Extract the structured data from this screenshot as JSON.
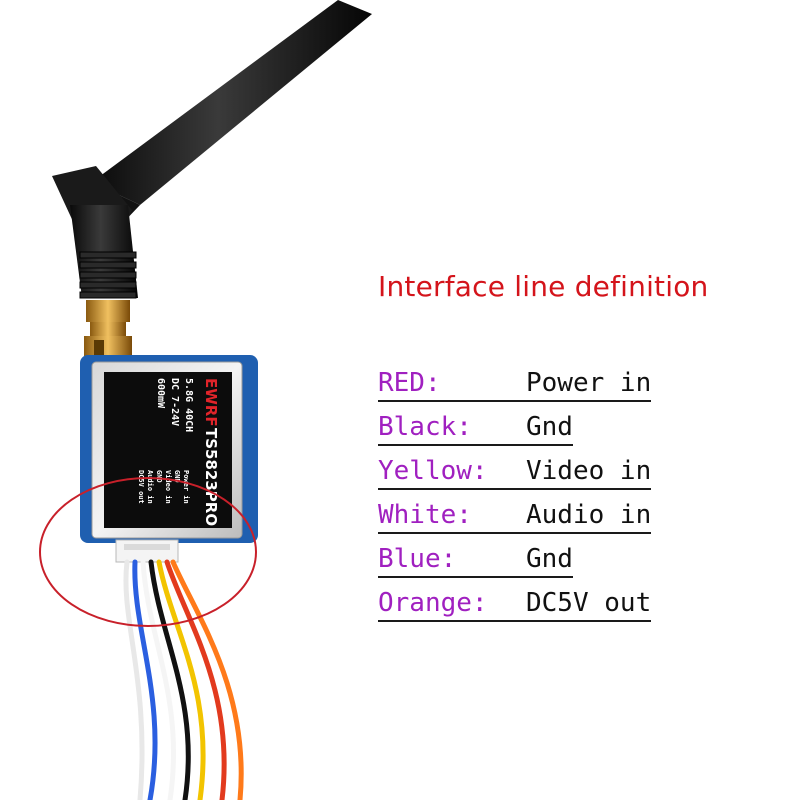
{
  "title": "Interface line definition",
  "module": {
    "brand": "EWRF",
    "model": "TS5823PRO",
    "specs": [
      "5.8G 40CH",
      "DC 7-24V",
      "600mW"
    ],
    "pins": [
      "Power in",
      "GND",
      "Video in",
      "GND",
      "Audio in",
      "DC5V out"
    ]
  },
  "wires": [
    {
      "color_name": "RED:",
      "function": "Power in"
    },
    {
      "color_name": "Black:",
      "function": "Gnd"
    },
    {
      "color_name": "Yellow:",
      "function": "Video in"
    },
    {
      "color_name": "White:",
      "function": "Audio in"
    },
    {
      "color_name": "Blue:",
      "function": "Gnd"
    },
    {
      "color_name": "Orange:",
      "function": "DC5V out"
    }
  ],
  "colors": {
    "title": "#d4141b",
    "wire_label": "#a020c0",
    "annotation_circle": "#c8202a"
  }
}
